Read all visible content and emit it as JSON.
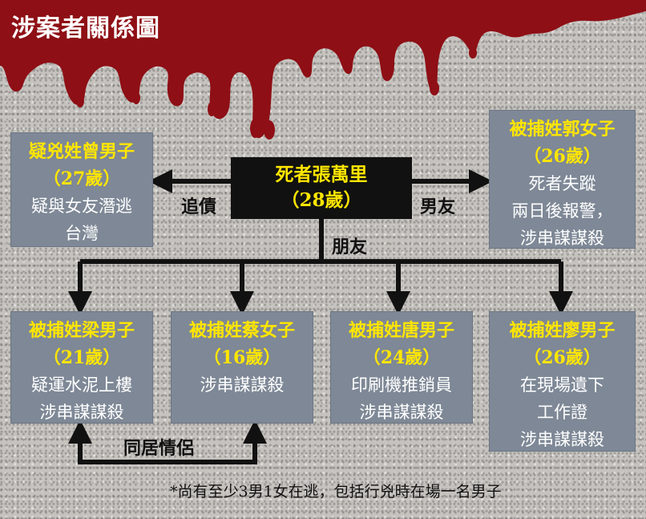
{
  "title": "涉案者關係圖",
  "center": {
    "name": "死者張萬里",
    "age": "（28歲）"
  },
  "top_left": {
    "name": "疑兇姓曾男子",
    "age": "（27歲）",
    "lines": [
      "疑與女友潛逃",
      "台灣"
    ]
  },
  "top_right": {
    "name": "被捕姓郭女子",
    "age": "（26歲）",
    "lines": [
      "死者失蹤",
      "兩日後報警，",
      "涉串謀謀殺"
    ]
  },
  "bottom": [
    {
      "name": "被捕姓梁男子",
      "age": "（21歲）",
      "lines": [
        "疑運水泥上樓",
        "涉串謀謀殺"
      ]
    },
    {
      "name": "被捕姓蔡女子",
      "age": "（16歲）",
      "lines": [
        "涉串謀謀殺"
      ]
    },
    {
      "name": "被捕姓唐男子",
      "age": "（24歲）",
      "lines": [
        "印刷機推銷員",
        "涉串謀謀殺"
      ]
    },
    {
      "name": "被捕姓廖男子",
      "age": "（26歲）",
      "lines": [
        "在現場遺下",
        "工作證",
        "涉串謀謀殺"
      ]
    }
  ],
  "labels": {
    "debt": "追債",
    "boyfriend": "男友",
    "friend": "朋友",
    "cohabit": "同居情侶"
  },
  "note": "*尚有至少3男1女在逃，包括行兇時在場一名男子",
  "colors": {
    "box": "#7e8896",
    "highlight": "#ffe600",
    "blood": "#8e0f15",
    "center": "#111111"
  }
}
